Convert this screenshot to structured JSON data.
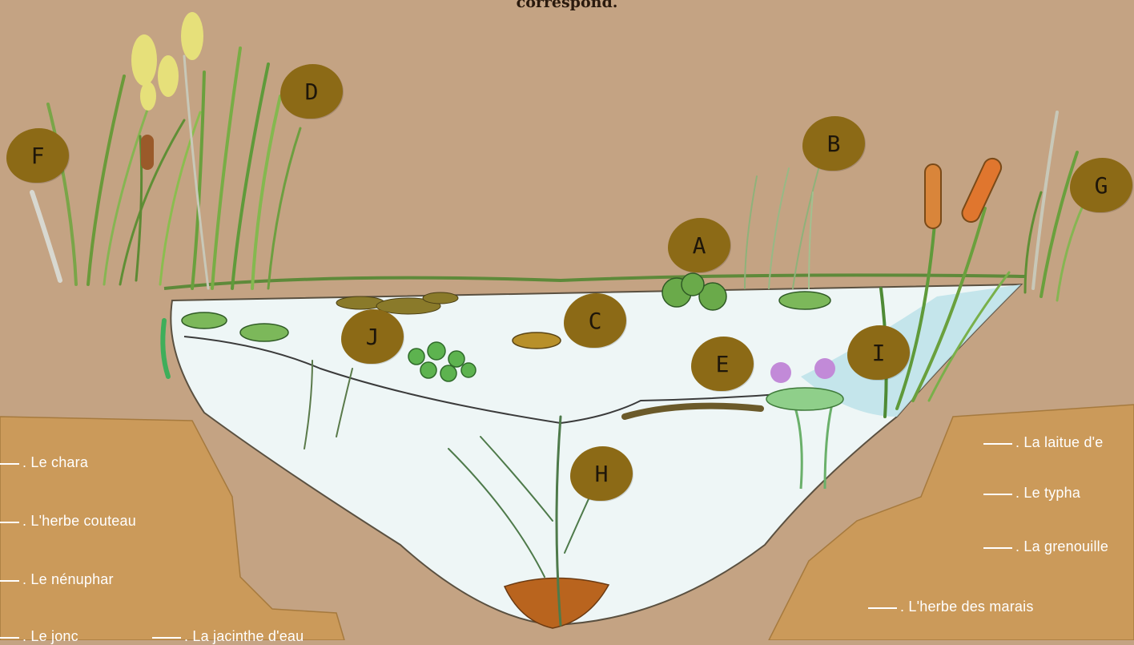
{
  "header": {
    "instruction_fragment": "correspond."
  },
  "markers": {
    "A": "A",
    "B": "B",
    "C": "C",
    "D": "D",
    "E": "E",
    "F": "F",
    "G": "G",
    "H": "H",
    "I": "I",
    "J": "J"
  },
  "left_labels": {
    "chara": ". Le chara",
    "herbe_couteau": ". L'herbe couteau",
    "nenuphar": ". Le nénuphar",
    "jonc": ". Le jonc",
    "jacinthe": ". La jacinthe d'eau"
  },
  "right_labels": {
    "laitue": ". La laitue d'e",
    "typha": ". Le typha",
    "grenouillette": ". La grenouille",
    "herbe_marais": ". L'herbe des marais"
  },
  "colors": {
    "background": "#c4a383",
    "marker": "#8c6a16",
    "water": "#eef6f6",
    "water_edge": "#bfe3ea",
    "paper_patch": "#cb9a5a",
    "label_text": "#ffffff"
  }
}
